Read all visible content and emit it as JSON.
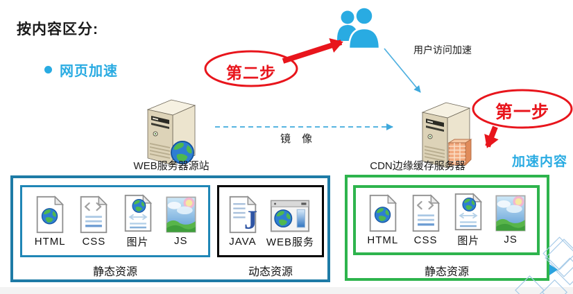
{
  "page": {
    "title": "按内容区分:",
    "bullet_item": "网页加速"
  },
  "steps": {
    "step1": "第一步",
    "step2": "第二步"
  },
  "labels": {
    "user_access": "用户访问加速",
    "mirror": "镜 像",
    "web_server": "WEB服务器源站",
    "cdn_server": "CDN边缘缓存服务器",
    "accelerated_content": "加速内容"
  },
  "icons": {
    "users": "users-icon",
    "web_server": "tower-server-globe-icon",
    "cdn_server": "tower-server-cache-icon",
    "decor": "diamond-decoration"
  },
  "boxes": {
    "static_left": {
      "label": "静态资源",
      "items": [
        {
          "label": "HTML",
          "icon": "globe-document-icon"
        },
        {
          "label": "CSS",
          "icon": "code-document-icon"
        },
        {
          "label": "图片",
          "icon": "globe-transfer-document-icon"
        },
        {
          "label": "JS",
          "icon": "landscape-image-icon"
        }
      ]
    },
    "dynamic": {
      "label": "动态资源",
      "items": [
        {
          "label": "JAVA",
          "icon": "java-document-icon"
        },
        {
          "label": "WEB服务",
          "icon": "browser-globe-icon"
        }
      ]
    },
    "static_right": {
      "label": "静态资源",
      "items": [
        {
          "label": "HTML",
          "icon": "globe-document-icon"
        },
        {
          "label": "CSS",
          "icon": "code-document-icon"
        },
        {
          "label": "图片",
          "icon": "globe-transfer-document-icon"
        },
        {
          "label": "JS",
          "icon": "landscape-image-icon"
        }
      ]
    }
  },
  "colors": {
    "accent_blue": "#29abe2",
    "step_red": "#e8151c",
    "box_teal": "#1e7ba6",
    "box_green": "#2eb44d",
    "box_black": "#000000",
    "arrow_blue": "#3fa9dc"
  }
}
